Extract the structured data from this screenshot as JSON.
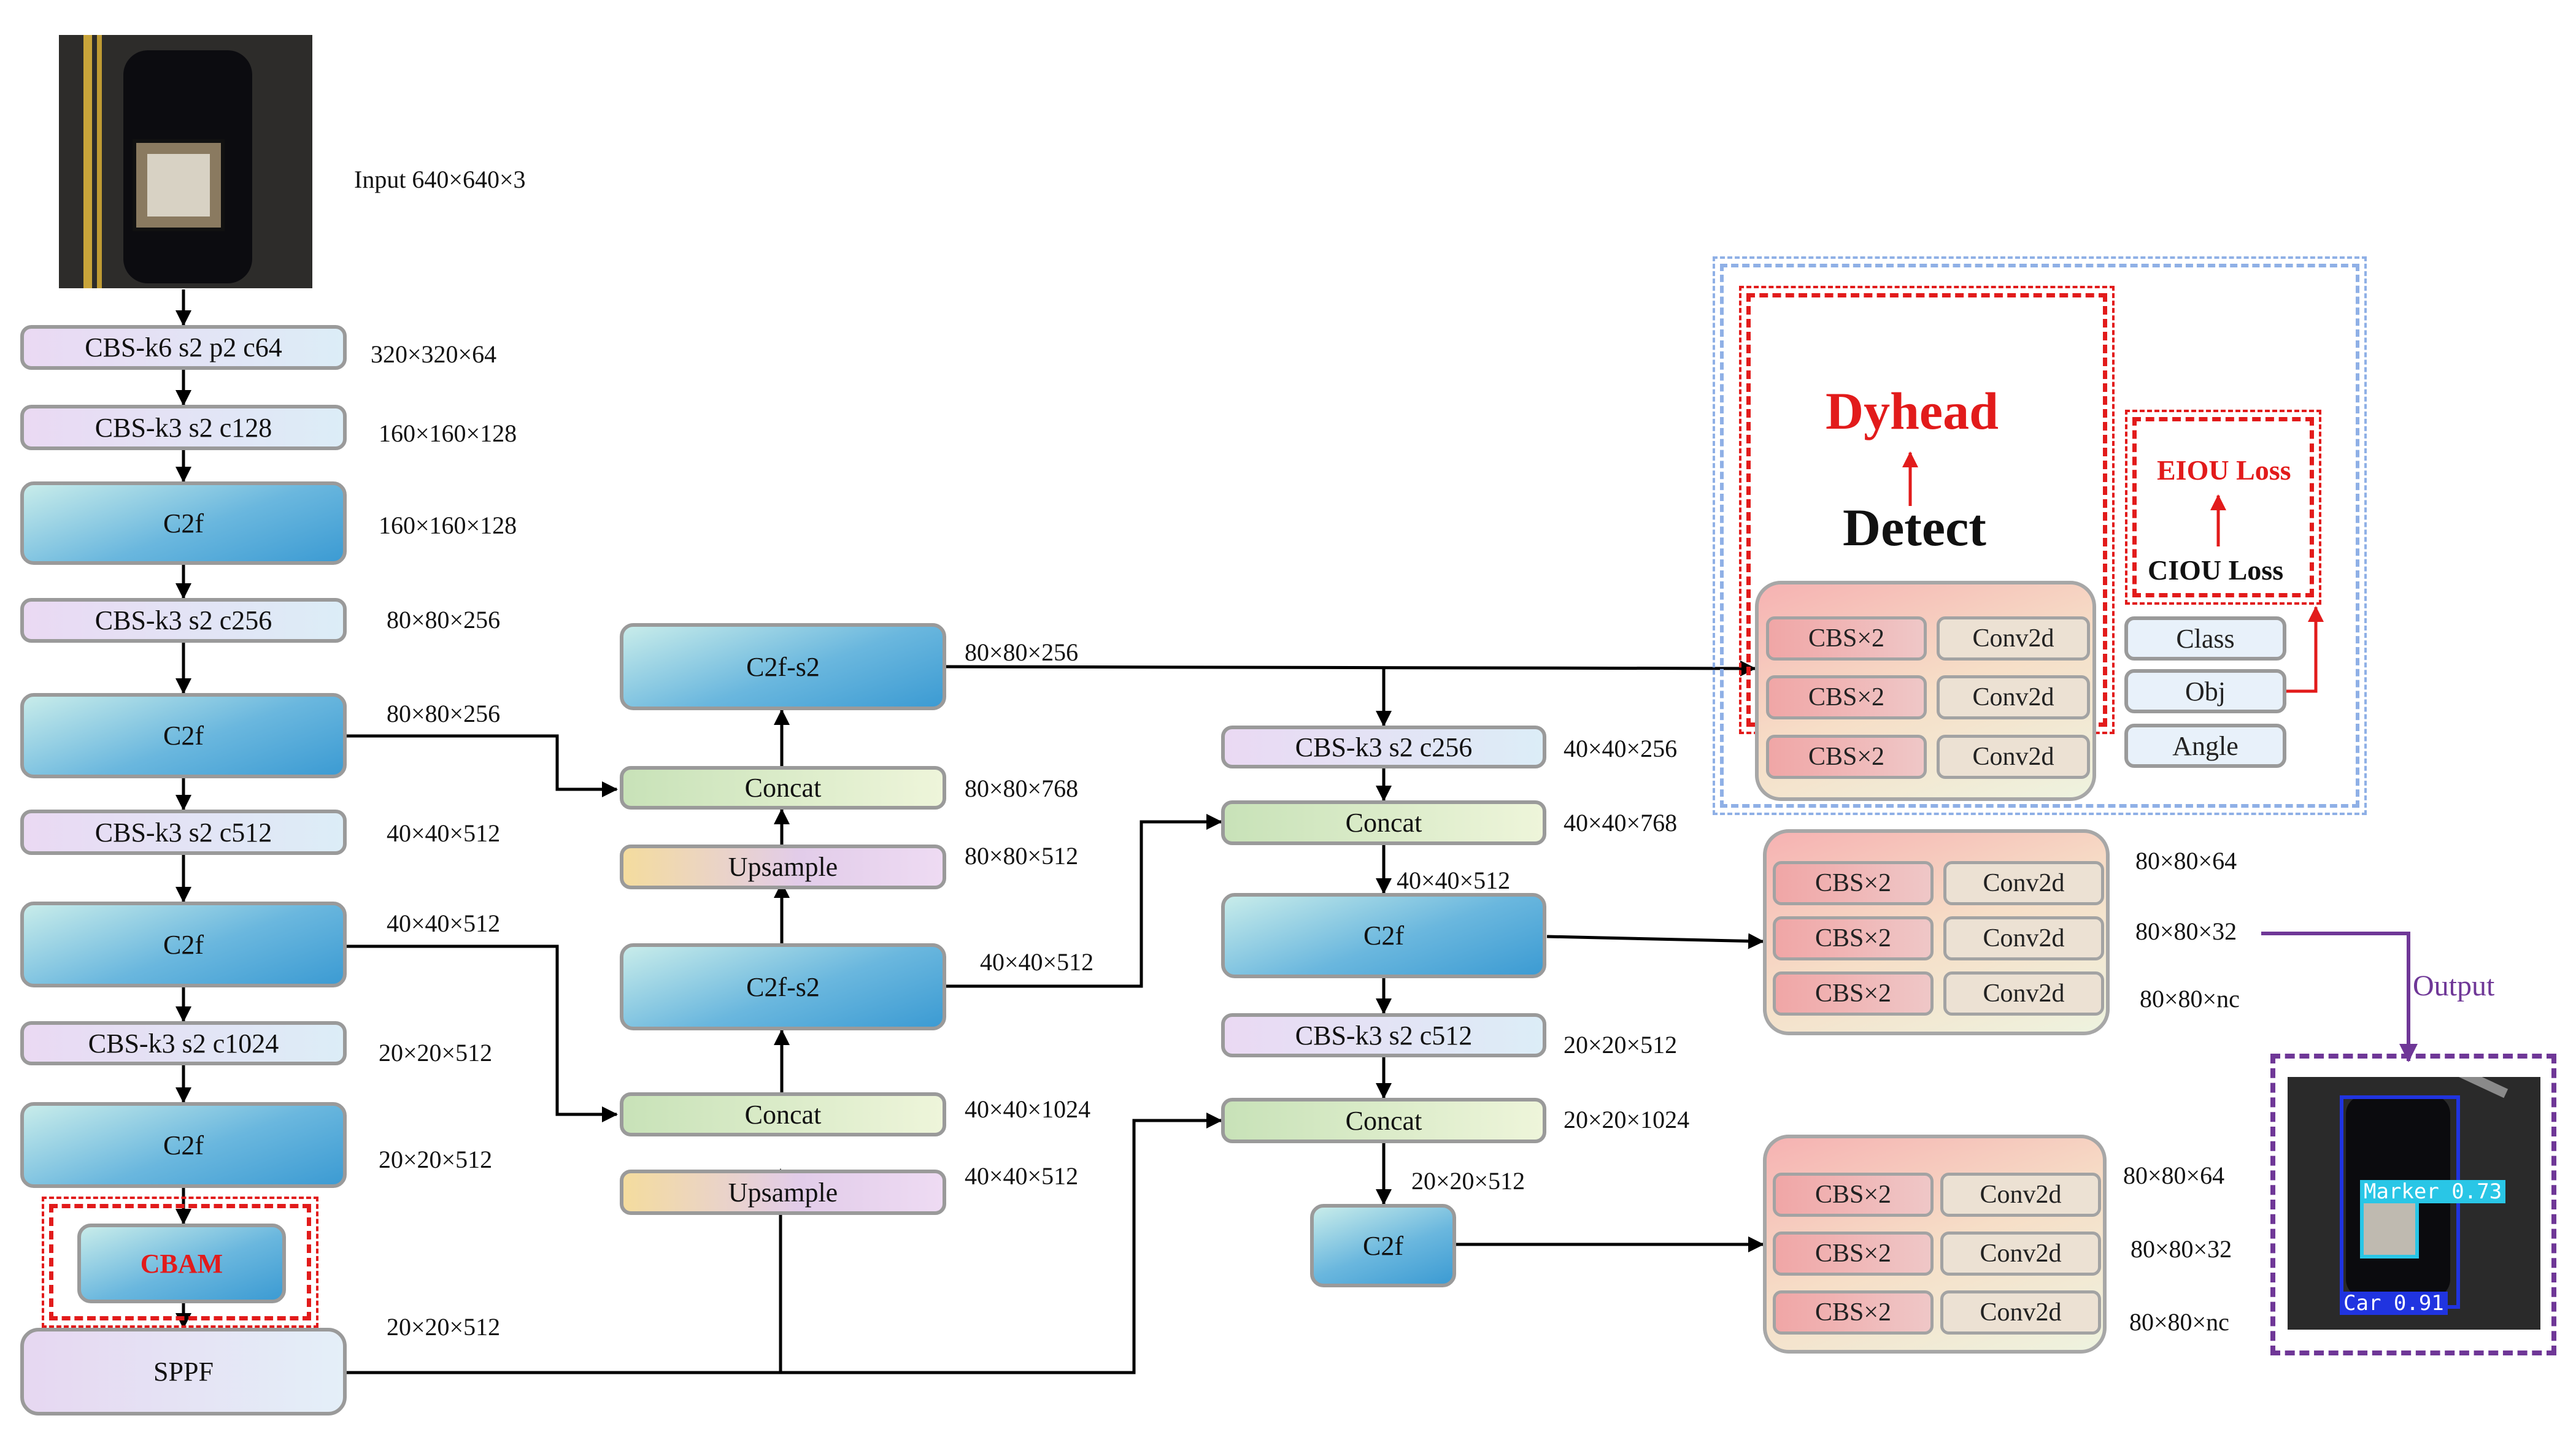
{
  "input": {
    "label": "Input 640×640×3"
  },
  "backbone": [
    {
      "text": "CBS-k6 s2 p2 c64",
      "dim": "320×320×64"
    },
    {
      "text": "CBS-k3 s2 c128",
      "dim": "160×160×128"
    },
    {
      "text": "C2f",
      "dim": "160×160×128"
    },
    {
      "text": "CBS-k3 s2 c256",
      "dim": "80×80×256"
    },
    {
      "text": "C2f",
      "dim": "80×80×256"
    },
    {
      "text": "CBS-k3 s2 c512",
      "dim": "40×40×512"
    },
    {
      "text": "C2f",
      "dim": "40×40×512"
    },
    {
      "text": "CBS-k3 s2 c1024",
      "dim": "20×20×512"
    },
    {
      "text": "C2f",
      "dim": "20×20×512"
    },
    {
      "text": "CBAM"
    },
    {
      "text": "SPPF",
      "dim": "20×20×512"
    }
  ],
  "neck_mid": [
    {
      "text": "C2f-s2",
      "dim": "80×80×256"
    },
    {
      "text": "Concat",
      "dim": "80×80×768"
    },
    {
      "text": "Upsample",
      "dim": "80×80×512"
    },
    {
      "text": "C2f-s2",
      "dim": "40×40×512"
    },
    {
      "text": "Concat",
      "dim": "40×40×1024"
    },
    {
      "text": "Upsample",
      "dim": "40×40×512"
    }
  ],
  "neck_right": [
    {
      "text": "CBS-k3 s2 c256",
      "dim": "40×40×256"
    },
    {
      "text": "Concat",
      "dim": "40×40×768"
    },
    {
      "text": "C2f",
      "dim": "40×40×512"
    },
    {
      "text": "CBS-k3 s2 c512",
      "dim": "20×20×512"
    },
    {
      "text": "Concat",
      "dim": "20×20×1024"
    },
    {
      "text": "C2f",
      "dim": "20×20×512"
    }
  ],
  "heads": {
    "cbs": "CBS×2",
    "conv": "Conv2d",
    "detect_title": "Detect",
    "dyhead": "Dyhead",
    "ciou": "CIOU Loss",
    "eiou": "EIOU Loss",
    "outputs": [
      "Class",
      "Obj",
      "Angle"
    ],
    "head2_dims": [
      "80×80×64",
      "80×80×32",
      "80×80×nc"
    ],
    "head3_dims": [
      "80×80×64",
      "80×80×32",
      "80×80×nc"
    ]
  },
  "output": {
    "label": "Output",
    "detections": [
      {
        "label": "Marker 0.73",
        "color": "#29c6e6"
      },
      {
        "label": "Car 0.91",
        "color": "#2034e0"
      }
    ]
  },
  "colors": {
    "highlight_red": "#e21b1b",
    "dashed_blue": "#8fb0e6",
    "output_purple": "#6f3797"
  }
}
